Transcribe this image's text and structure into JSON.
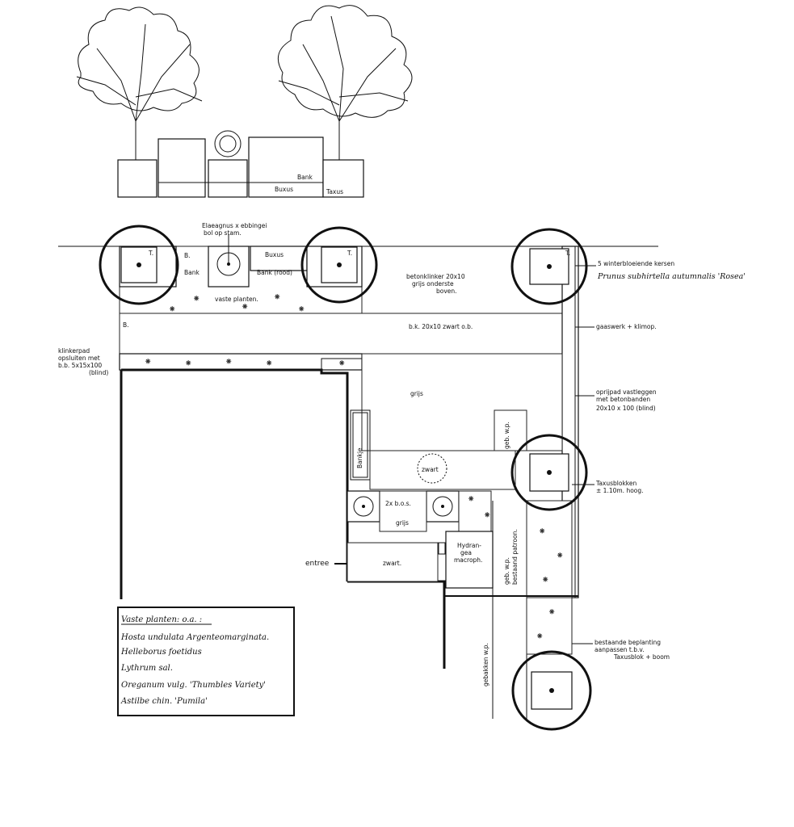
{
  "elevation": {
    "labels": {
      "bank": "Bank",
      "buxus": "Buxus",
      "taxus": "Taxus"
    }
  },
  "plan": {
    "labels": {
      "elaeagnus": "Elaeagnus x ebbingei",
      "elaeagnus_sub": "bol op stam.",
      "bank_b": "B.",
      "bank_left": "Bank",
      "buxus": "Buxus",
      "bank_rood": "Bank (rood)",
      "vaste_planten": "vaste planten.",
      "b_left": "B.",
      "t1": "T.",
      "t2": "T.",
      "t3": "T.",
      "betonklinker_1": "betonklinker 20x10",
      "betonklinker_2": "grijs onderste",
      "betonklinker_3": "boven.",
      "bk_zwart": "b.k. 20x10 zwart o.b.",
      "klinkerpad_1": "klinkerpad",
      "klinkerpad_2": "opsluiten met",
      "klinkerpad_3": "b.b. 5x15x100",
      "klinkerpad_4": "(blind)",
      "grijs_1": "grijs",
      "bankje": "Bankje",
      "zwart_center": "zwart",
      "geb_wp": "geb. w.p.",
      "bos": "2x b.o.s.",
      "grijs_2": "grijs",
      "hydrangea_1": "Hydran-",
      "hydrangea_2": "gea",
      "hydrangea_3": "macroph.",
      "entree": "entree",
      "zwart_entree": "zwart.",
      "geb_wp_patroon_1": "geb. w.p.",
      "geb_wp_patroon_2": "bestaand patroon.",
      "gebakken_wp": "gebakken w.p."
    },
    "annotations": {
      "kersen_1": "5 winterbloeiende kersen",
      "kersen_2": "Prunus subhirtella autumnalis 'Rosea'",
      "gaaswerk": "gaaswerk + klimop.",
      "oprijpad_1": "oprijpad vastleggen",
      "oprijpad_2": "met betonbanden",
      "oprijpad_3": "20x10 x 100 (blind)",
      "taxus_1": "Taxusblokken",
      "taxus_2": "± 1.10m. hoog.",
      "bestaande_1": "bestaande beplanting",
      "bestaande_2": "aanpassen t.b.v.",
      "bestaande_3": "Taxusblok + boom"
    }
  },
  "legend": {
    "title": "Vaste planten: o.a. :",
    "items": [
      "Hosta undulata Argenteomarginata.",
      "Helleborus foetidus",
      "Lythrum sal.",
      "Oreganum vulg. 'Thumbles Variety'",
      "Astilbe chin. 'Pumila'"
    ]
  }
}
